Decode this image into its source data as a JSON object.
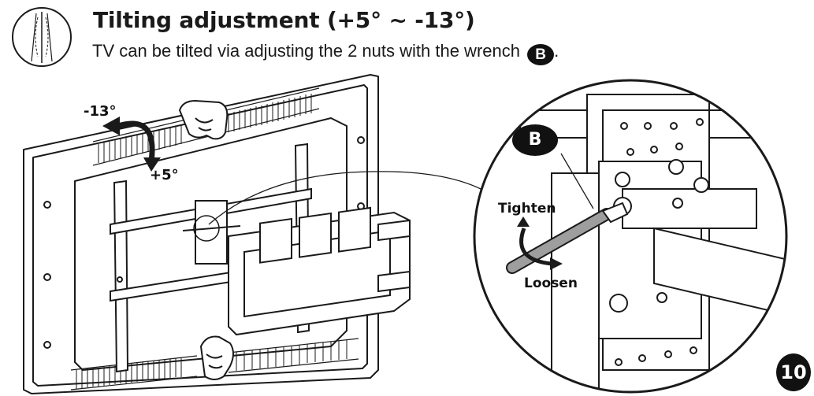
{
  "header": {
    "title": "Tilting adjustment (+5° ~ -13°)",
    "instruction": "TV can be tilted via adjusting the 2 nuts with the wrench",
    "instruction_tool": "B",
    "instruction_end": "."
  },
  "diagram": {
    "angle_up_label": "-13°",
    "angle_down_label": "+5°",
    "detail_callout": "B",
    "tighten_label": "Tighten",
    "loosen_label": "Loosen"
  },
  "footer": {
    "page_number": "10"
  },
  "icons": {
    "header_icon": "tilt-icon",
    "wrench": "wrench-icon"
  }
}
